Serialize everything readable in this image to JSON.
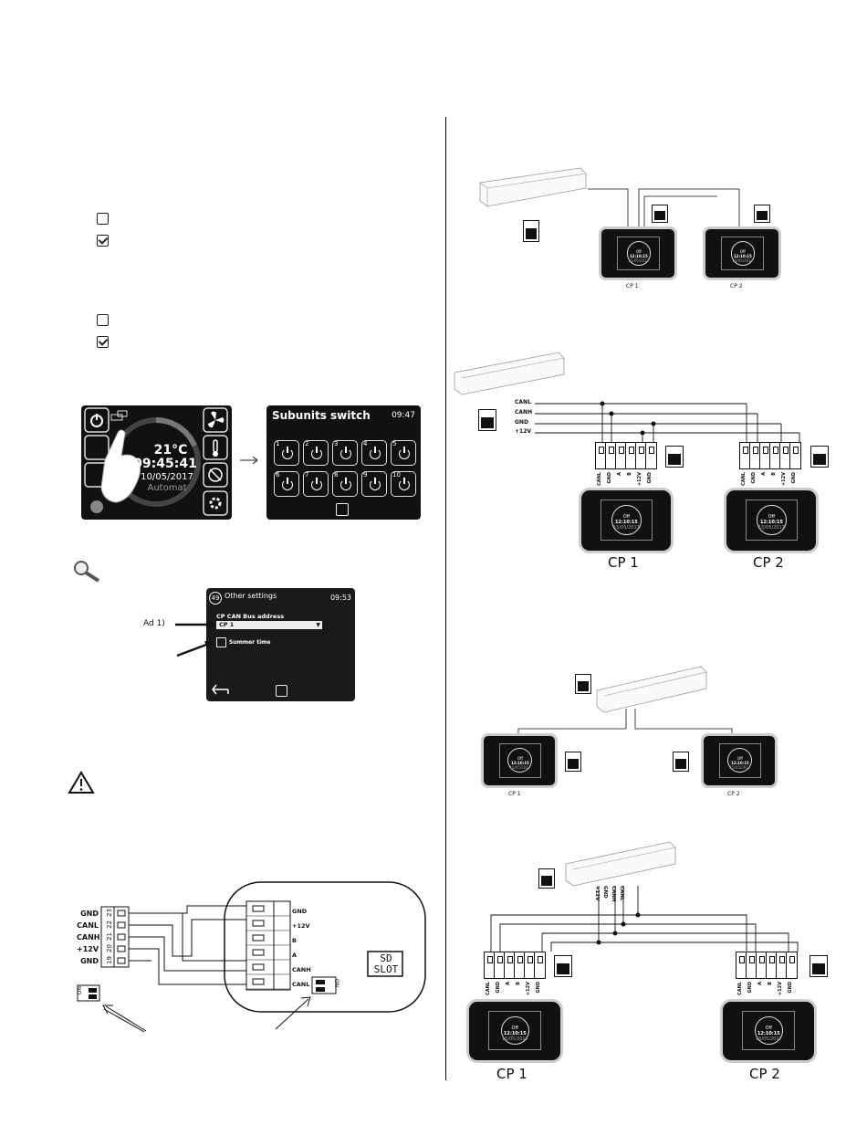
{
  "home_screen": {
    "temperature": "21°C",
    "time": "09:45:41",
    "date": "10/05/2017",
    "mode": "Automat"
  },
  "subunits_screen": {
    "title": "Subunits switch",
    "time": "09:47",
    "units": [
      "1",
      "2",
      "3",
      "4",
      "5",
      "6",
      "7",
      "8",
      "9",
      "10"
    ]
  },
  "settings_screen": {
    "number": "49",
    "title": "Other settings",
    "time": "09:53",
    "field_label": "CP CAN Bus address",
    "field_value": "CP 1",
    "checkbox_label": "Summer time"
  },
  "annotation_ad": "Ad 1)",
  "wiring": {
    "left_pins": [
      "GND",
      "CANL",
      "CANH",
      "+12V",
      "GND"
    ],
    "left_pin_numbers": [
      "23",
      "22",
      "21",
      "20",
      "19"
    ],
    "right_pins": [
      "GND",
      "+12V",
      "B",
      "A",
      "CANH",
      "CANL"
    ],
    "sd_slot": [
      "SD",
      "SLOT"
    ],
    "dip_on": "ON"
  },
  "bus_labels": [
    "CANL",
    "CANH",
    "GND",
    "+12V"
  ],
  "bus_labels_vertical": [
    "+12V",
    "GND",
    "CANH",
    "CANL"
  ],
  "terminal_labels": [
    "CANL",
    "GND",
    "A",
    "B",
    "+12V",
    "GND"
  ],
  "panel_screen_text": {
    "mode": "Off",
    "time": "12:10:15",
    "date": "15/05/2017"
  },
  "cp_labels": [
    "CP 1",
    "CP 2"
  ]
}
